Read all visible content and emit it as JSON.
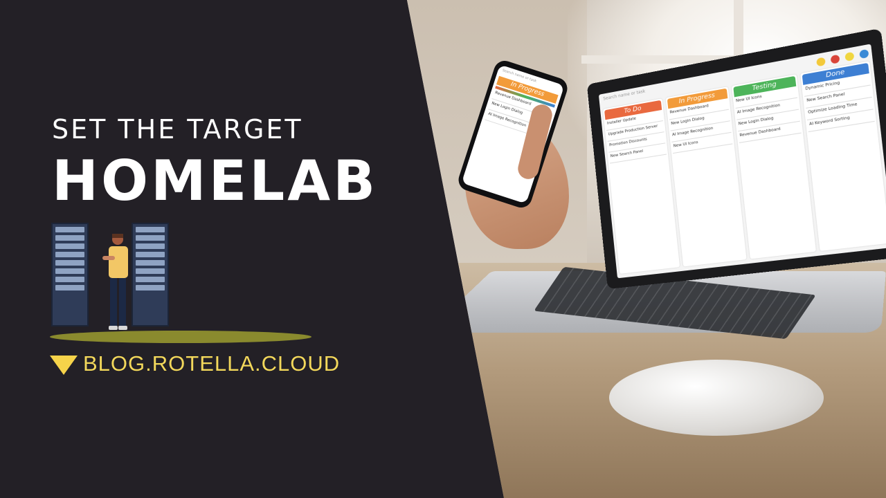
{
  "thumbnail": {
    "eyebrow": "SET THE TARGET",
    "title": "HOMELAB",
    "url": "BLOG.ROTELLA.CLOUD"
  },
  "kanban": {
    "search_placeholder": "Search name or task",
    "columns": [
      {
        "title": "To Do",
        "color": "#e9693f",
        "tasks": [
          "Installer Update",
          "Upgrade Production Server",
          "Promotion Discounts",
          "New Search Panel"
        ]
      },
      {
        "title": "In Progress",
        "color": "#f29b3a",
        "tasks": [
          "Revenue Dashboard",
          "New Login Dialog",
          "AI Image Recognition",
          "New UI Icons"
        ]
      },
      {
        "title": "Testing",
        "color": "#4db45a",
        "tasks": [
          "New UI Icons",
          "AI Image Recognition",
          "New Login Dialog",
          "Revenue Dashboard"
        ]
      },
      {
        "title": "Done",
        "color": "#3d7fd3",
        "tasks": [
          "Dynamic Pricing",
          "New Search Panel",
          "Optimize Loading Time",
          "AI Keyword Sorting"
        ]
      }
    ]
  },
  "phone": {
    "search_placeholder": "Search name or task",
    "header": "In Progress",
    "tasks": [
      "Revenue Dashboard",
      "New Login Dialog",
      "AI Image Recognition"
    ]
  },
  "colors": {
    "background": "#232026",
    "accent": "#f3d85b"
  }
}
